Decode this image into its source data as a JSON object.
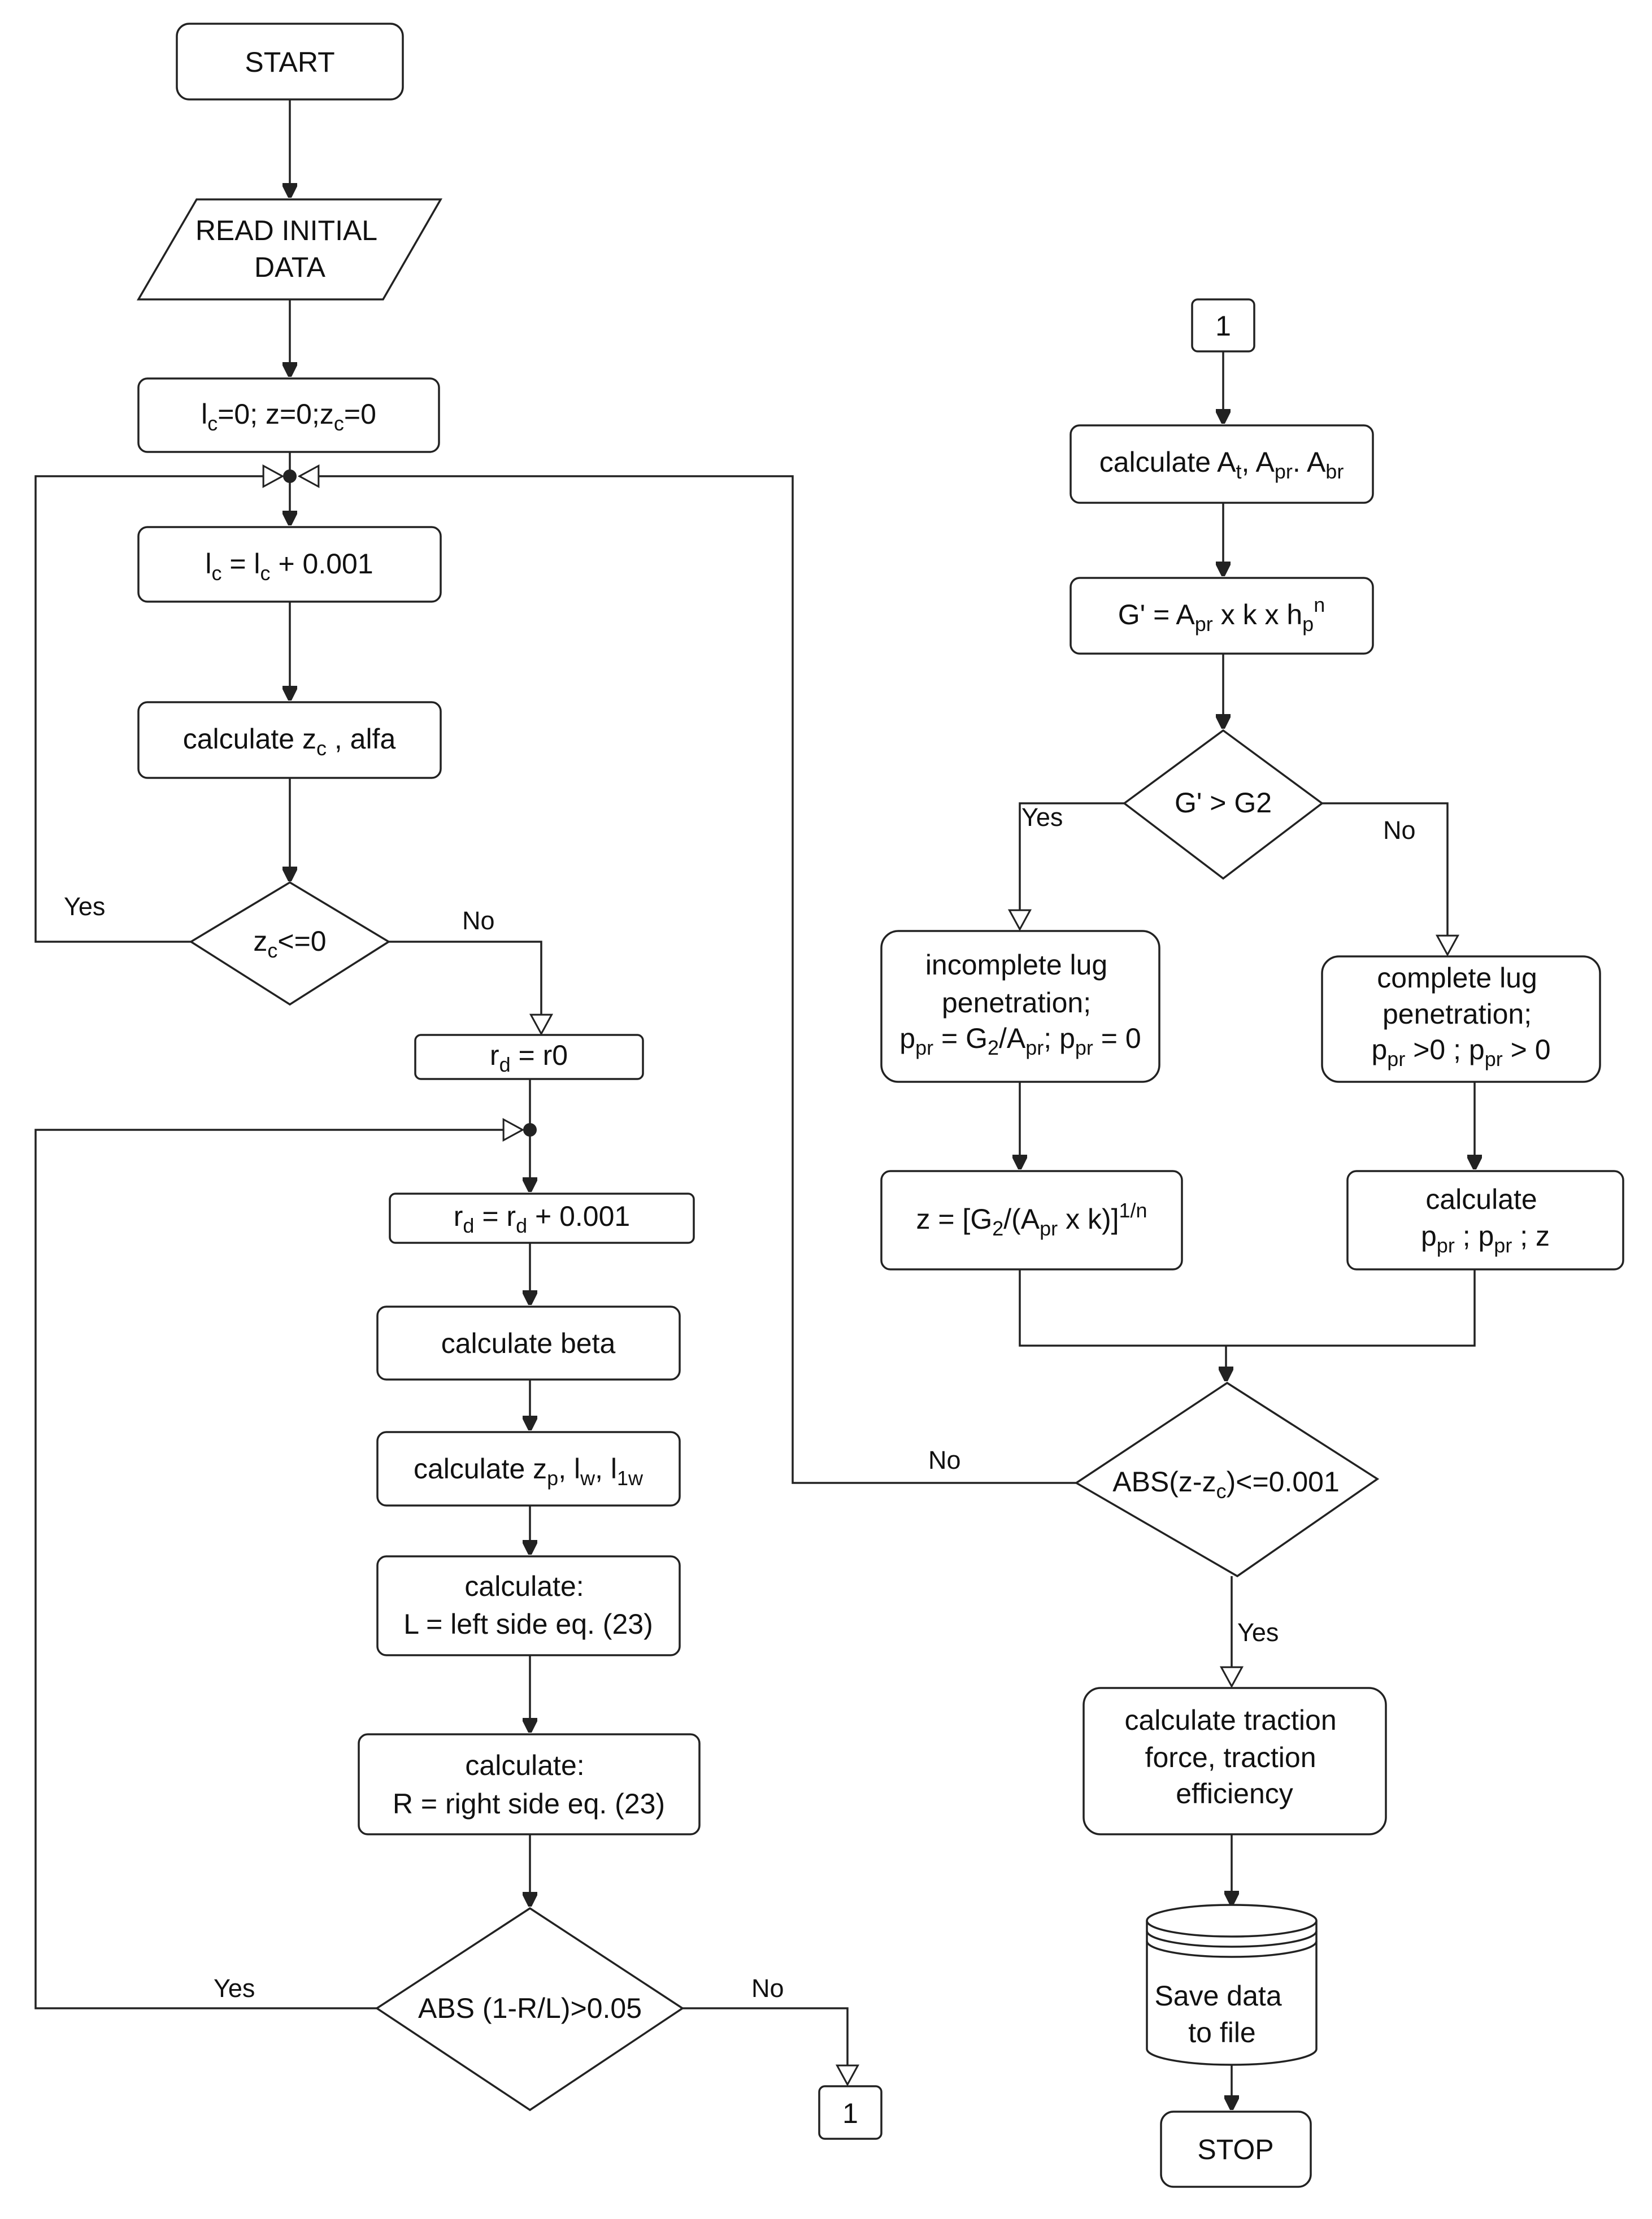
{
  "nodes": {
    "start": {
      "text": "START"
    },
    "read_data": {
      "line1": "READ INIT­IAL",
      "line2": "DATA"
    },
    "init_vars": {
      "p1": "l",
      "s1": "c",
      "p2": "=0; z=0;z",
      "s2": "c",
      "p3": "=0"
    },
    "inc_lc": {
      "p1": "l",
      "s1": "c",
      "p2": " = l",
      "s2": "c",
      "p3": " + 0.001"
    },
    "calc_zc_alfa": {
      "p1": "calculate z",
      "s1": "c",
      "p2": " , alfa"
    },
    "dec_zc": {
      "p1": "z",
      "s1": "c",
      "p2": "<=0"
    },
    "rd_init": {
      "p1": "r",
      "s1": "d",
      "p2": " = r0"
    },
    "inc_rd": {
      "p1": "r",
      "s1": "d",
      "p2": " = r",
      "s2": "d",
      "p3": " + 0.001"
    },
    "calc_beta": {
      "text": "calculate beta"
    },
    "calc_zp": {
      "p1": "calculate z",
      "s1": "p",
      "p2": ", l",
      "s2": "w",
      "p3": ", l",
      "s3": "1w"
    },
    "calc_L": {
      "line1": "calculate:",
      "line2": "L = left side eq. (23)"
    },
    "calc_R": {
      "line1": "calculate:",
      "line2": "R = right side eq. (23)"
    },
    "dec_abs_rl": {
      "text": "ABS (1-R/L)>0.05"
    },
    "connector_out": {
      "text": "1"
    },
    "connector_in": {
      "text": "1"
    },
    "calc_areas": {
      "p1": "calculate A",
      "s1": "t",
      "p2": ", A",
      "s2": "pr",
      "p3": ". A",
      "s3": "br"
    },
    "calc_g": {
      "p1": "G' = A",
      "s1": "pr",
      "p2": " x k x h",
      "s2": "p",
      "sup": "n"
    },
    "dec_g": {
      "text": "G' > G2"
    },
    "incomplete": {
      "line1": "incomplete lug",
      "line2": "penetration;",
      "l3_p1": "p",
      "l3_s1": "pr",
      "l3_p2": " = G",
      "l3_s2": "2",
      "l3_p3": "/A",
      "l3_s3": "pr",
      "l3_p4": "; p",
      "l3_s4": "pr",
      "l3_p5": " = 0"
    },
    "complete": {
      "line1": "complete lug",
      "line2": "penetration;",
      "l3_p1": "p",
      "l3_s1": "pr",
      "l3_p2": " >0 ; p",
      "l3_s2": "pr",
      "l3_p3": " > 0"
    },
    "calc_z": {
      "p1": "z = [G",
      "s1": "2",
      "p2": "/(A",
      "s2": "pr",
      "p3": " x k)]",
      "sup": "1/n"
    },
    "calc_ppr": {
      "line1": "calculate",
      "l2_p1": "p",
      "l2_s1": "pr",
      "l2_p2": " ; p",
      "l2_s2": "pr",
      "l2_p3": " ; z"
    },
    "dec_abs_z": {
      "p1": "ABS(z-z",
      "s1": "c",
      "p2": ")<=0.001"
    },
    "calc_traction": {
      "line1": "calculate traction",
      "line2": "force, traction",
      "line3": "efficiency"
    },
    "save_data": {
      "line1": "Save data",
      "line2": "to file"
    },
    "stop": {
      "text": "STOP"
    }
  },
  "edge_labels": {
    "zc_yes": "Yes",
    "zc_no": "No",
    "rl_yes": "Yes",
    "rl_no": "No",
    "g_yes": "Yes",
    "g_no": "No",
    "z_no": "No",
    "z_yes": "Yes"
  }
}
